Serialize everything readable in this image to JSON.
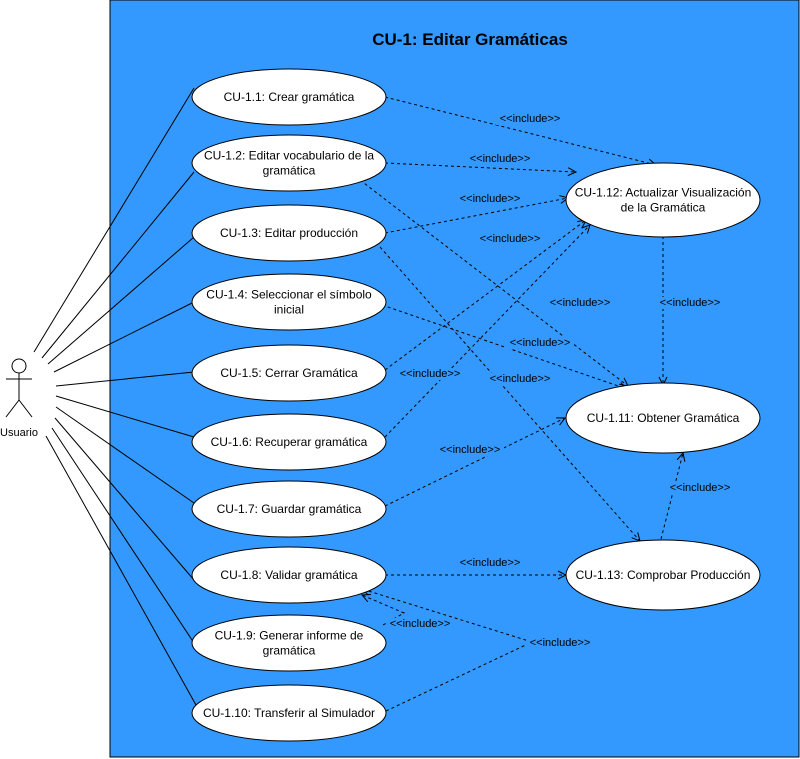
{
  "system": {
    "title": "CU-1: Editar Gramáticas",
    "fill_color": "#3399FF"
  },
  "actor": {
    "name": "Usuario"
  },
  "use_cases": [
    {
      "id": "cu11",
      "lines": [
        "CU-1.1: Crear gramática"
      ]
    },
    {
      "id": "cu12",
      "lines": [
        "CU-1.2: Editar vocabulario de la",
        "gramática"
      ]
    },
    {
      "id": "cu13",
      "lines": [
        "CU-1.3: Editar producción"
      ]
    },
    {
      "id": "cu14",
      "lines": [
        "CU-1.4: Seleccionar el símbolo",
        "inicial"
      ]
    },
    {
      "id": "cu15",
      "lines": [
        "CU-1.5: Cerrar Gramática"
      ]
    },
    {
      "id": "cu16",
      "lines": [
        "CU-1.6: Recuperar gramática"
      ]
    },
    {
      "id": "cu17",
      "lines": [
        "CU-1.7: Guardar gramática"
      ]
    },
    {
      "id": "cu18",
      "lines": [
        "CU-1.8: Validar gramática"
      ]
    },
    {
      "id": "cu19",
      "lines": [
        "CU-1.9: Generar informe de",
        "gramática"
      ]
    },
    {
      "id": "cu110",
      "lines": [
        "CU-1.10: Transferir al Simulador"
      ]
    },
    {
      "id": "cu112",
      "lines": [
        "CU-1.12: Actualizar Visualización",
        "de la Gramática"
      ]
    },
    {
      "id": "cu111",
      "lines": [
        "CU-1.11: Obtener Gramática"
      ]
    },
    {
      "id": "cu113",
      "lines": [
        "CU-1.13: Comprobar Producción"
      ]
    }
  ],
  "include_label": "<<include>>"
}
